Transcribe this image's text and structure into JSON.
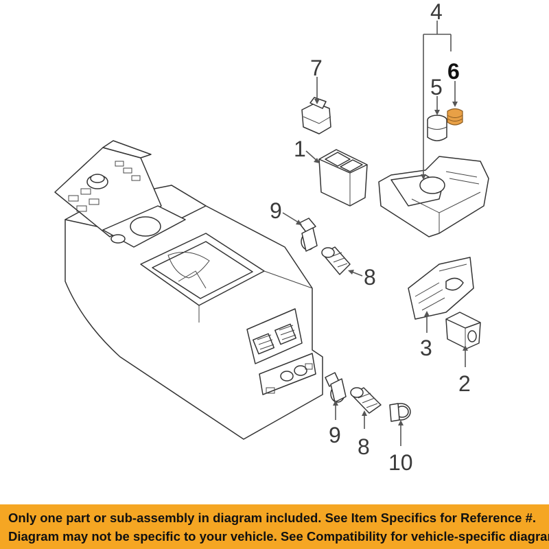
{
  "callouts": {
    "c1": "1",
    "c2": "2",
    "c3": "3",
    "c4": "4",
    "c5": "5",
    "c6": "6",
    "c7": "7",
    "c8a": "8",
    "c8b": "8",
    "c9a": "9",
    "c9b": "9",
    "c10": "10"
  },
  "highlight_color": "#f5a623",
  "banner": {
    "line1": "Only one part or sub-assembly in diagram included. See Item Specifics for Reference #.",
    "line2": "Diagram may not be specific to your vehicle. See Compatibility for vehicle-specific diagrams."
  }
}
